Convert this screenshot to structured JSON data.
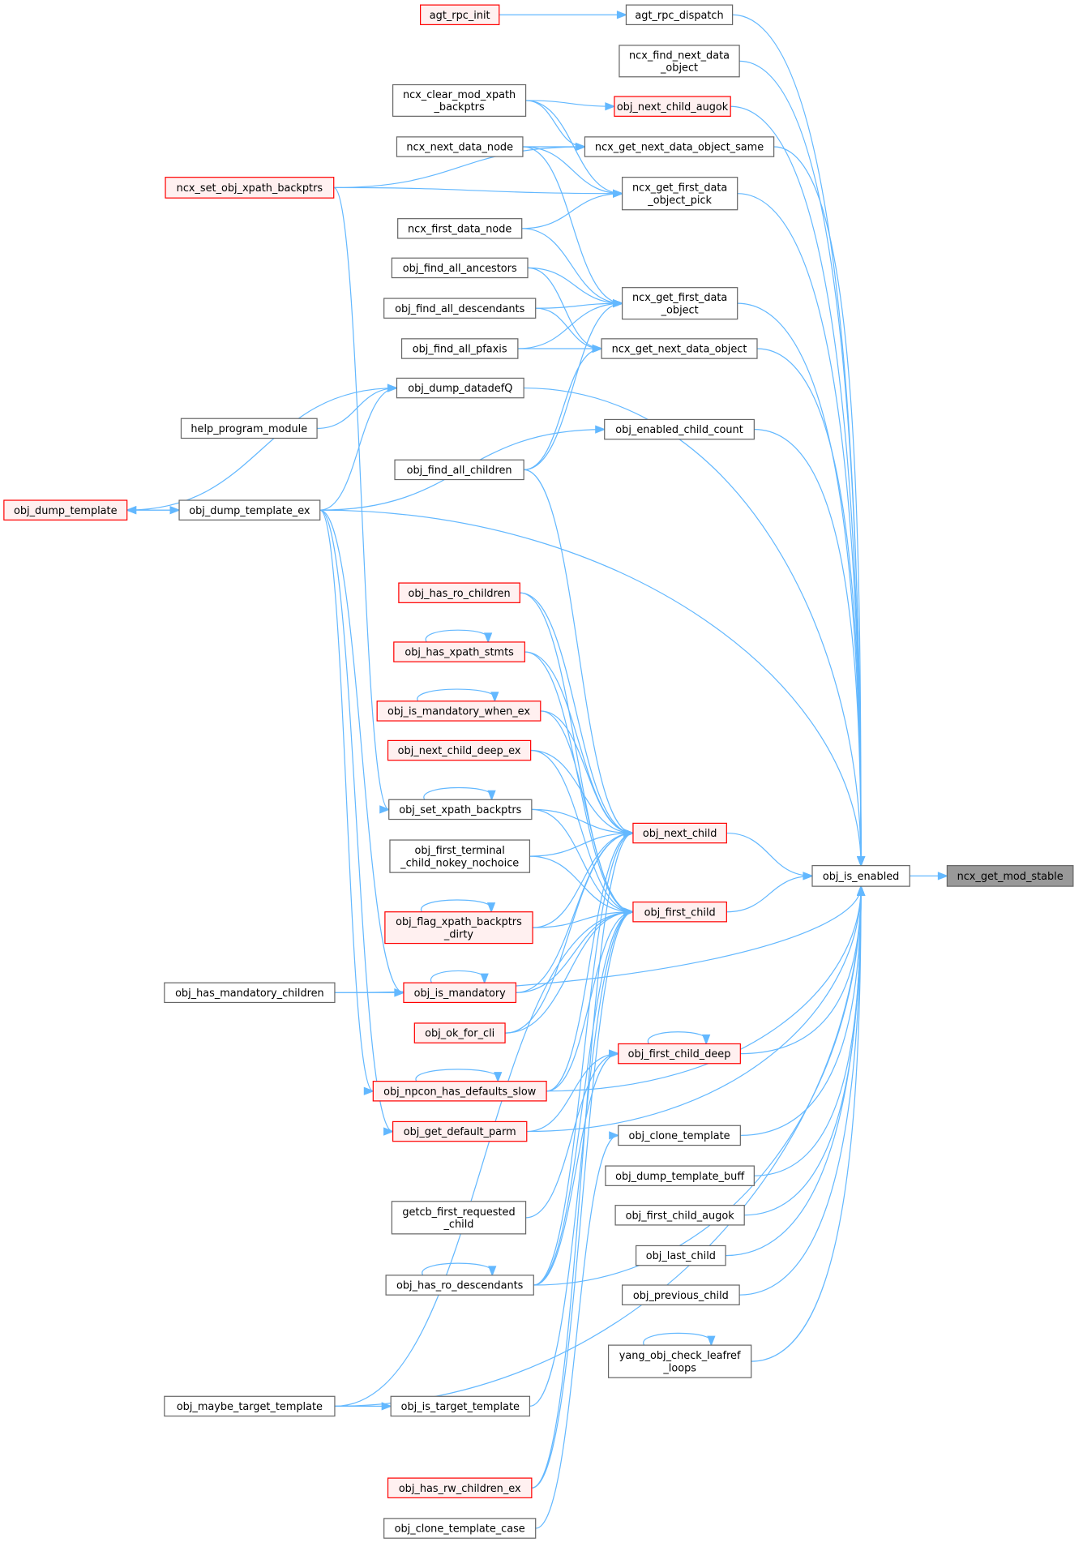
{
  "graph": {
    "title": "ncx_get_mod_stable caller graph",
    "colors": {
      "edge": "#63b8ff",
      "red_border": "#ff0000",
      "red_fill": "#fff0f0",
      "focus_fill": "#999999"
    },
    "nodes": [
      {
        "id": "agt_rpc_init",
        "lines": [
          "agt_rpc_init"
        ],
        "style": "red"
      },
      {
        "id": "agt_rpc_dispatch",
        "lines": [
          "agt_rpc_dispatch"
        ],
        "style": "normal"
      },
      {
        "id": "ncx_find_next_data_object",
        "lines": [
          "ncx_find_next_data",
          "_object"
        ],
        "style": "normal"
      },
      {
        "id": "obj_next_child_augok",
        "lines": [
          "obj_next_child_augok"
        ],
        "style": "red"
      },
      {
        "id": "ncx_clear_mod_xpath_backptrs",
        "lines": [
          "ncx_clear_mod_xpath",
          "_backptrs"
        ],
        "style": "normal"
      },
      {
        "id": "ncx_get_next_data_object_same",
        "lines": [
          "ncx_get_next_data_object_same"
        ],
        "style": "normal"
      },
      {
        "id": "ncx_next_data_node",
        "lines": [
          "ncx_next_data_node"
        ],
        "style": "normal"
      },
      {
        "id": "ncx_set_obj_xpath_backptrs",
        "lines": [
          "ncx_set_obj_xpath_backptrs"
        ],
        "style": "red"
      },
      {
        "id": "ncx_get_first_data_object_pick",
        "lines": [
          "ncx_get_first_data",
          "_object_pick"
        ],
        "style": "normal"
      },
      {
        "id": "ncx_first_data_node",
        "lines": [
          "ncx_first_data_node"
        ],
        "style": "normal"
      },
      {
        "id": "obj_find_all_ancestors",
        "lines": [
          "obj_find_all_ancestors"
        ],
        "style": "normal"
      },
      {
        "id": "ncx_get_first_data_object",
        "lines": [
          "ncx_get_first_data",
          "_object"
        ],
        "style": "normal"
      },
      {
        "id": "obj_find_all_descendants",
        "lines": [
          "obj_find_all_descendants"
        ],
        "style": "normal"
      },
      {
        "id": "obj_find_all_pfaxis",
        "lines": [
          "obj_find_all_pfaxis"
        ],
        "style": "normal"
      },
      {
        "id": "ncx_get_next_data_object",
        "lines": [
          "ncx_get_next_data_object"
        ],
        "style": "normal"
      },
      {
        "id": "obj_dump_datadefQ",
        "lines": [
          "obj_dump_datadefQ"
        ],
        "style": "normal"
      },
      {
        "id": "help_program_module",
        "lines": [
          "help_program_module"
        ],
        "style": "normal"
      },
      {
        "id": "obj_enabled_child_count",
        "lines": [
          "obj_enabled_child_count"
        ],
        "style": "normal"
      },
      {
        "id": "obj_find_all_children",
        "lines": [
          "obj_find_all_children"
        ],
        "style": "normal"
      },
      {
        "id": "obj_dump_template",
        "lines": [
          "obj_dump_template"
        ],
        "style": "red"
      },
      {
        "id": "obj_dump_template_ex",
        "lines": [
          "obj_dump_template_ex"
        ],
        "style": "normal"
      },
      {
        "id": "obj_has_ro_children",
        "lines": [
          "obj_has_ro_children"
        ],
        "style": "red"
      },
      {
        "id": "obj_has_xpath_stmts",
        "lines": [
          "obj_has_xpath_stmts"
        ],
        "style": "red"
      },
      {
        "id": "obj_is_mandatory_when_ex",
        "lines": [
          "obj_is_mandatory_when_ex"
        ],
        "style": "red"
      },
      {
        "id": "obj_next_child_deep_ex",
        "lines": [
          "obj_next_child_deep_ex"
        ],
        "style": "red"
      },
      {
        "id": "obj_set_xpath_backptrs",
        "lines": [
          "obj_set_xpath_backptrs"
        ],
        "style": "normal"
      },
      {
        "id": "obj_next_child",
        "lines": [
          "obj_next_child"
        ],
        "style": "red"
      },
      {
        "id": "obj_is_enabled",
        "lines": [
          "obj_is_enabled"
        ],
        "style": "normal"
      },
      {
        "id": "ncx_get_mod_stable",
        "lines": [
          "ncx_get_mod_stable"
        ],
        "style": "gray"
      },
      {
        "id": "obj_first_terminal_child_nokey_nochoice",
        "lines": [
          "obj_first_terminal",
          "_child_nokey_nochoice"
        ],
        "style": "normal"
      },
      {
        "id": "obj_first_child",
        "lines": [
          "obj_first_child"
        ],
        "style": "red"
      },
      {
        "id": "obj_flag_xpath_backptrs_dirty",
        "lines": [
          "obj_flag_xpath_backptrs",
          "_dirty"
        ],
        "style": "red"
      },
      {
        "id": "obj_has_mandatory_children",
        "lines": [
          "obj_has_mandatory_children"
        ],
        "style": "normal"
      },
      {
        "id": "obj_is_mandatory",
        "lines": [
          "obj_is_mandatory"
        ],
        "style": "red"
      },
      {
        "id": "obj_ok_for_cli",
        "lines": [
          "obj_ok_for_cli"
        ],
        "style": "red"
      },
      {
        "id": "obj_first_child_deep",
        "lines": [
          "obj_first_child_deep"
        ],
        "style": "red"
      },
      {
        "id": "obj_npcon_has_defaults_slow",
        "lines": [
          "obj_npcon_has_defaults_slow"
        ],
        "style": "red"
      },
      {
        "id": "obj_get_default_parm",
        "lines": [
          "obj_get_default_parm"
        ],
        "style": "red"
      },
      {
        "id": "obj_clone_template",
        "lines": [
          "obj_clone_template"
        ],
        "style": "normal"
      },
      {
        "id": "obj_dump_template_buff",
        "lines": [
          "obj_dump_template_buff"
        ],
        "style": "normal"
      },
      {
        "id": "getcb_first_requested_child",
        "lines": [
          "getcb_first_requested",
          "_child"
        ],
        "style": "normal"
      },
      {
        "id": "obj_first_child_augok",
        "lines": [
          "obj_first_child_augok"
        ],
        "style": "normal"
      },
      {
        "id": "obj_last_child",
        "lines": [
          "obj_last_child"
        ],
        "style": "normal"
      },
      {
        "id": "obj_has_ro_descendants",
        "lines": [
          "obj_has_ro_descendants"
        ],
        "style": "normal"
      },
      {
        "id": "obj_previous_child",
        "lines": [
          "obj_previous_child"
        ],
        "style": "normal"
      },
      {
        "id": "yang_obj_check_leafref_loops",
        "lines": [
          "yang_obj_check_leafref",
          "_loops"
        ],
        "style": "normal"
      },
      {
        "id": "obj_maybe_target_template",
        "lines": [
          "obj_maybe_target_template"
        ],
        "style": "normal"
      },
      {
        "id": "obj_is_target_template",
        "lines": [
          "obj_is_target_template"
        ],
        "style": "normal"
      },
      {
        "id": "obj_has_rw_children_ex",
        "lines": [
          "obj_has_rw_children_ex"
        ],
        "style": "red"
      },
      {
        "id": "obj_clone_template_case",
        "lines": [
          "obj_clone_template_case"
        ],
        "style": "normal"
      }
    ],
    "edges": [
      [
        "agt_rpc_init",
        "agt_rpc_dispatch"
      ],
      [
        "obj_is_enabled",
        "ncx_get_mod_stable"
      ],
      [
        "agt_rpc_dispatch",
        "obj_is_enabled"
      ],
      [
        "ncx_find_next_data_object",
        "obj_is_enabled"
      ],
      [
        "obj_next_child_augok",
        "obj_is_enabled"
      ],
      [
        "ncx_get_next_data_object_same",
        "obj_is_enabled"
      ],
      [
        "ncx_get_first_data_object_pick",
        "obj_is_enabled"
      ],
      [
        "ncx_get_first_data_object",
        "obj_is_enabled"
      ],
      [
        "ncx_get_next_data_object",
        "obj_is_enabled"
      ],
      [
        "obj_dump_datadefQ",
        "obj_is_enabled"
      ],
      [
        "obj_enabled_child_count",
        "obj_is_enabled"
      ],
      [
        "obj_dump_template_ex",
        "obj_is_enabled"
      ],
      [
        "obj_next_child",
        "obj_is_enabled"
      ],
      [
        "obj_first_child",
        "obj_is_enabled"
      ],
      [
        "obj_first_child_deep",
        "obj_is_enabled"
      ],
      [
        "obj_clone_template",
        "obj_is_enabled"
      ],
      [
        "obj_dump_template_buff",
        "obj_is_enabled"
      ],
      [
        "obj_first_child_augok",
        "obj_is_enabled"
      ],
      [
        "obj_last_child",
        "obj_is_enabled"
      ],
      [
        "obj_previous_child",
        "obj_is_enabled"
      ],
      [
        "yang_obj_check_leafref_loops",
        "obj_is_enabled"
      ],
      [
        "obj_has_mandatory_children",
        "obj_is_enabled"
      ],
      [
        "obj_maybe_target_template",
        "obj_is_enabled"
      ],
      [
        "obj_has_ro_descendants",
        "obj_is_enabled"
      ],
      [
        "obj_npcon_has_defaults_slow",
        "obj_is_enabled"
      ],
      [
        "obj_get_default_parm",
        "obj_is_enabled"
      ],
      [
        "ncx_clear_mod_xpath_backptrs",
        "obj_next_child_augok"
      ],
      [
        "ncx_clear_mod_xpath_backptrs",
        "ncx_get_next_data_object_same"
      ],
      [
        "ncx_clear_mod_xpath_backptrs",
        "ncx_get_first_data_object_pick"
      ],
      [
        "ncx_next_data_node",
        "ncx_get_next_data_object_same"
      ],
      [
        "ncx_next_data_node",
        "ncx_get_first_data_object_pick"
      ],
      [
        "ncx_next_data_node",
        "ncx_get_first_data_object"
      ],
      [
        "ncx_set_obj_xpath_backptrs",
        "ncx_get_first_data_object_pick"
      ],
      [
        "ncx_set_obj_xpath_backptrs",
        "ncx_get_next_data_object_same"
      ],
      [
        "ncx_set_obj_xpath_backptrs",
        "obj_set_xpath_backptrs"
      ],
      [
        "ncx_first_data_node",
        "ncx_get_first_data_object_pick"
      ],
      [
        "ncx_first_data_node",
        "ncx_get_first_data_object"
      ],
      [
        "obj_find_all_ancestors",
        "ncx_get_first_data_object"
      ],
      [
        "obj_find_all_ancestors",
        "ncx_get_next_data_object"
      ],
      [
        "obj_find_all_descendants",
        "ncx_get_first_data_object"
      ],
      [
        "obj_find_all_descendants",
        "ncx_get_next_data_object"
      ],
      [
        "obj_find_all_pfaxis",
        "ncx_get_first_data_object"
      ],
      [
        "obj_find_all_pfaxis",
        "ncx_get_next_data_object"
      ],
      [
        "obj_find_all_children",
        "ncx_get_first_data_object"
      ],
      [
        "obj_find_all_children",
        "ncx_get_next_data_object"
      ],
      [
        "help_program_module",
        "obj_dump_datadefQ"
      ],
      [
        "obj_dump_template_ex",
        "obj_dump_datadefQ"
      ],
      [
        "obj_dump_template_ex",
        "obj_enabled_child_count"
      ],
      [
        "obj_dump_template_ex",
        "obj_dump_template"
      ],
      [
        "obj_dump_template",
        "obj_dump_template_ex"
      ],
      [
        "obj_dump_datadefQ",
        "obj_dump_template"
      ],
      [
        "obj_dump_template_ex",
        "obj_is_mandatory"
      ],
      [
        "obj_dump_template_ex",
        "obj_npcon_has_defaults_slow"
      ],
      [
        "obj_dump_template_ex",
        "obj_get_default_parm"
      ],
      [
        "obj_has_mandatory_children",
        "obj_is_mandatory"
      ],
      [
        "obj_maybe_target_template",
        "obj_is_target_template"
      ],
      [
        "obj_find_all_children",
        "obj_next_child"
      ],
      [
        "obj_has_ro_children",
        "obj_next_child"
      ],
      [
        "obj_has_ro_children",
        "obj_first_child"
      ],
      [
        "obj_has_xpath_stmts",
        "obj_next_child"
      ],
      [
        "obj_has_xpath_stmts",
        "obj_first_child"
      ],
      [
        "obj_is_mandatory_when_ex",
        "obj_next_child"
      ],
      [
        "obj_is_mandatory_when_ex",
        "obj_first_child"
      ],
      [
        "obj_next_child_deep_ex",
        "obj_next_child"
      ],
      [
        "obj_next_child_deep_ex",
        "obj_first_child"
      ],
      [
        "obj_set_xpath_backptrs",
        "obj_next_child"
      ],
      [
        "obj_set_xpath_backptrs",
        "obj_first_child"
      ],
      [
        "obj_first_terminal_child_nokey_nochoice",
        "obj_next_child"
      ],
      [
        "obj_first_terminal_child_nokey_nochoice",
        "obj_first_child"
      ],
      [
        "obj_flag_xpath_backptrs_dirty",
        "obj_next_child"
      ],
      [
        "obj_flag_xpath_backptrs_dirty",
        "obj_first_child"
      ],
      [
        "obj_is_mandatory",
        "obj_next_child"
      ],
      [
        "obj_is_mandatory",
        "obj_first_child"
      ],
      [
        "obj_ok_for_cli",
        "obj_next_child"
      ],
      [
        "obj_ok_for_cli",
        "obj_first_child"
      ],
      [
        "obj_npcon_has_defaults_slow",
        "obj_next_child"
      ],
      [
        "obj_npcon_has_defaults_slow",
        "obj_first_child"
      ],
      [
        "obj_has_ro_descendants",
        "obj_next_child"
      ],
      [
        "obj_has_ro_descendants",
        "obj_first_child"
      ],
      [
        "obj_has_rw_children_ex",
        "obj_next_child"
      ],
      [
        "obj_has_rw_children_ex",
        "obj_first_child"
      ],
      [
        "obj_is_target_template",
        "obj_first_child"
      ],
      [
        "obj_maybe_target_template",
        "obj_first_child"
      ],
      [
        "obj_get_default_parm",
        "obj_first_child_deep"
      ],
      [
        "getcb_first_requested_child",
        "obj_first_child_deep"
      ],
      [
        "obj_has_ro_descendants",
        "obj_first_child_deep"
      ],
      [
        "obj_clone_template_case",
        "obj_clone_template"
      ],
      [
        "obj_has_xpath_stmts",
        "obj_has_xpath_stmts"
      ],
      [
        "obj_is_mandatory_when_ex",
        "obj_is_mandatory_when_ex"
      ],
      [
        "obj_set_xpath_backptrs",
        "obj_set_xpath_backptrs"
      ],
      [
        "obj_flag_xpath_backptrs_dirty",
        "obj_flag_xpath_backptrs_dirty"
      ],
      [
        "obj_is_mandatory",
        "obj_is_mandatory"
      ],
      [
        "obj_npcon_has_defaults_slow",
        "obj_npcon_has_defaults_slow"
      ],
      [
        "obj_first_child_deep",
        "obj_first_child_deep"
      ],
      [
        "obj_has_ro_descendants",
        "obj_has_ro_descendants"
      ],
      [
        "yang_obj_check_leafref_loops",
        "yang_obj_check_leafref_loops"
      ]
    ]
  }
}
